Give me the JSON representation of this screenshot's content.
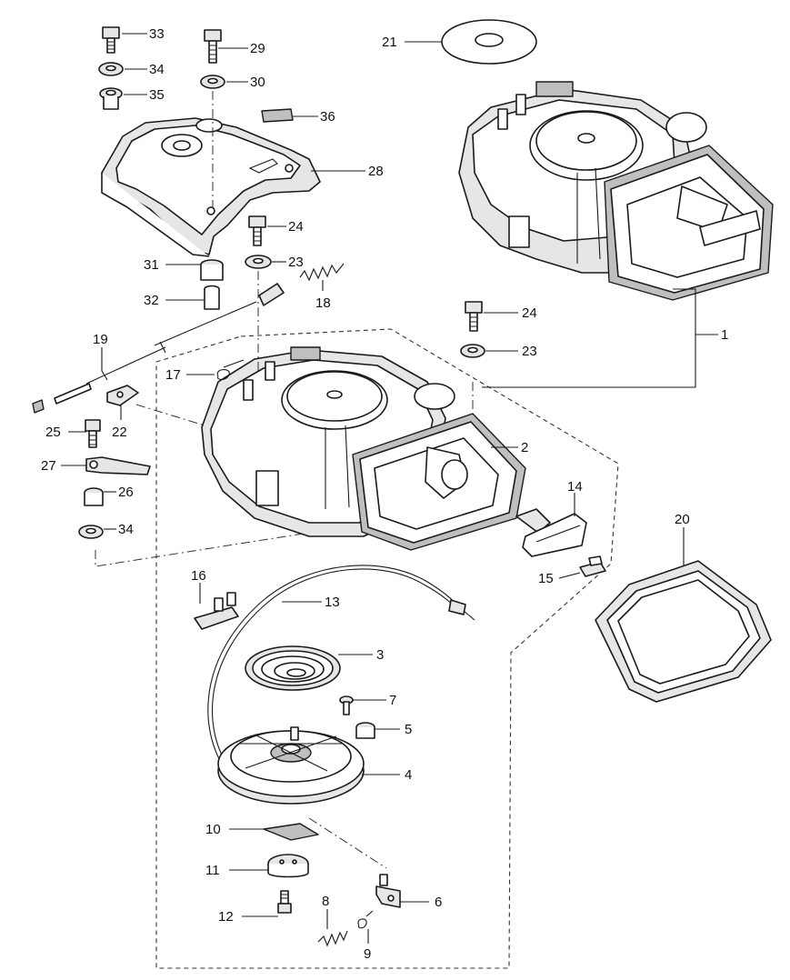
{
  "diagram": {
    "callouts": [
      {
        "id": "c33",
        "label": "33"
      },
      {
        "id": "c34a",
        "label": "34"
      },
      {
        "id": "c35",
        "label": "35"
      },
      {
        "id": "c29",
        "label": "29"
      },
      {
        "id": "c30",
        "label": "30"
      },
      {
        "id": "c36",
        "label": "36"
      },
      {
        "id": "c28",
        "label": "28"
      },
      {
        "id": "c24a",
        "label": "24"
      },
      {
        "id": "c23a",
        "label": "23"
      },
      {
        "id": "c31",
        "label": "31"
      },
      {
        "id": "c32",
        "label": "32"
      },
      {
        "id": "c18",
        "label": "18"
      },
      {
        "id": "c19",
        "label": "19"
      },
      {
        "id": "c17",
        "label": "17"
      },
      {
        "id": "c22",
        "label": "22"
      },
      {
        "id": "c25",
        "label": "25"
      },
      {
        "id": "c27",
        "label": "27"
      },
      {
        "id": "c26",
        "label": "26"
      },
      {
        "id": "c34b",
        "label": "34"
      },
      {
        "id": "c21",
        "label": "21"
      },
      {
        "id": "c1",
        "label": "1"
      },
      {
        "id": "c24b",
        "label": "24"
      },
      {
        "id": "c23b",
        "label": "23"
      },
      {
        "id": "c2",
        "label": "2"
      },
      {
        "id": "c14",
        "label": "14"
      },
      {
        "id": "c15",
        "label": "15"
      },
      {
        "id": "c20",
        "label": "20"
      },
      {
        "id": "c16",
        "label": "16"
      },
      {
        "id": "c13",
        "label": "13"
      },
      {
        "id": "c3",
        "label": "3"
      },
      {
        "id": "c7",
        "label": "7"
      },
      {
        "id": "c5",
        "label": "5"
      },
      {
        "id": "c4",
        "label": "4"
      },
      {
        "id": "c10",
        "label": "10"
      },
      {
        "id": "c11",
        "label": "11"
      },
      {
        "id": "c6",
        "label": "6"
      },
      {
        "id": "c12",
        "label": "12"
      },
      {
        "id": "c8",
        "label": "8"
      },
      {
        "id": "c9",
        "label": "9"
      }
    ]
  }
}
